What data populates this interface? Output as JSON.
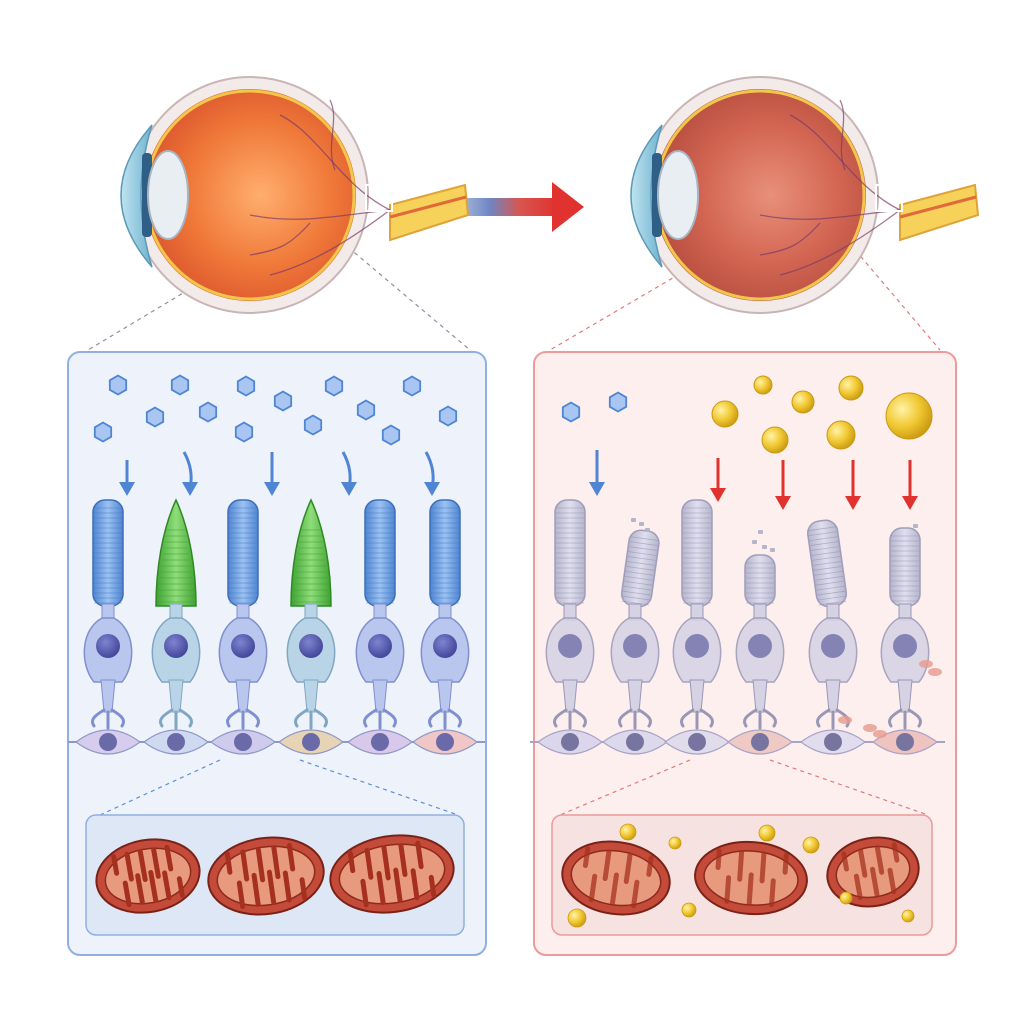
{
  "colors": {
    "healthy_accent": "#5b8fd6",
    "healthy_panel_fill": "#eef3fb",
    "diseased_accent": "#e05a5a",
    "diseased_panel_fill": "#fcefee",
    "rod": "#6f9fe0",
    "cone": "#5bbf4a",
    "cell_body_healthy": "#b9c6ee",
    "cell_body_diseased": "#cfcbe0",
    "nucleus": "#4b4fa6",
    "molecule_blue": "#8fb4ee",
    "molecule_yellow": "#f1c832",
    "mitochondria": "#c44b3a",
    "eye_healthy": "#f07a3a",
    "eye_diseased": "#d26552",
    "arrow_gradient_start": "#c8d8f2",
    "arrow_gradient_end": "#e0332f"
  },
  "icons": {
    "transition": "right-arrow-icon",
    "nutrient": "hexagon-molecule-icon",
    "deposit": "yellow-sphere-icon",
    "flow": "down-arrow-icon"
  },
  "panels": {
    "healthy": {
      "molecule_count": 14,
      "photoreceptors": [
        "rod",
        "cone",
        "rod",
        "cone",
        "rod",
        "rod"
      ],
      "mitochondria_state": "intact"
    },
    "diseased": {
      "molecule_count": 2,
      "deposit_count": 7,
      "photoreceptors": [
        "rod-degraded",
        "rod-degraded",
        "rod-degraded",
        "rod-degraded",
        "rod-degraded",
        "rod-degraded"
      ],
      "mitochondria_state": "damaged"
    }
  }
}
